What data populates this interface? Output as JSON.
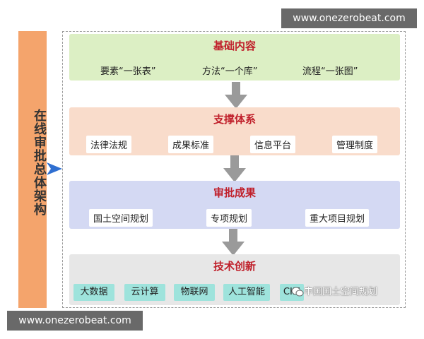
{
  "side_title": "在线审批总体架构",
  "watermark_top": "www.onezerobeat.com",
  "watermark_bottom": "www.onezerobeat.com",
  "sections": {
    "basic": {
      "title": "基础内容",
      "items": [
        "要素“一张表”",
        "方法“一个库”",
        "流程“一张图”"
      ]
    },
    "support": {
      "title": "支撑体系",
      "items": [
        "法律法规",
        "成果标准",
        "信息平台",
        "管理制度"
      ]
    },
    "approval": {
      "title": "审批成果",
      "items": [
        "国土空间规划",
        "专项规划",
        "重大项目规划"
      ]
    },
    "tech": {
      "title": "技术创新",
      "items": [
        "大数据",
        "云计算",
        "物联网",
        "人工智能",
        "CIM"
      ]
    }
  },
  "footer_watermark": "中国国土空间规划",
  "colors": {
    "side": "#f4a46c",
    "basic": "#dcefc4",
    "support": "#f9dccb",
    "approval": "#d4d9f3",
    "tech": "#e7e7e7",
    "tile": "#9ee3dc",
    "title": "#c0202b"
  }
}
